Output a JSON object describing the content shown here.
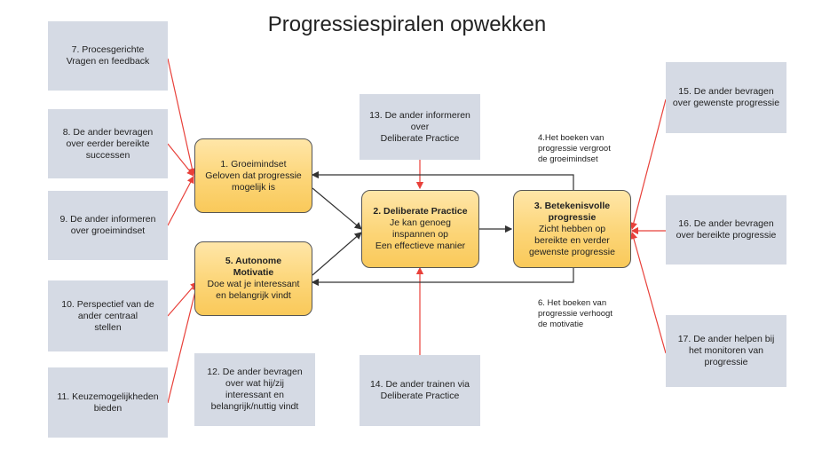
{
  "title": "Progressiespiralen opwekken",
  "core": {
    "groeimindset": {
      "lines": [
        "1. Groeimindset",
        "Geloven dat progressie",
        "mogelijk is"
      ]
    },
    "autonome": {
      "head": [
        "5. Autonome",
        "Motivatie"
      ],
      "lines": [
        "Doe wat je interessant",
        "en belangrijk vindt"
      ]
    },
    "deliberate": {
      "head": [
        "2. Deliberate Practice"
      ],
      "lines": [
        "Je kan genoeg",
        "inspannen op",
        "Een effectieve manier"
      ]
    },
    "betekenis": {
      "head": [
        "3. Betekenisvolle",
        "progressie"
      ],
      "lines": [
        "Zicht hebben op",
        "bereikte en verder",
        "gewenste progressie"
      ]
    }
  },
  "boxes": {
    "b7": [
      "7. Procesgerichte",
      "Vragen en feedback"
    ],
    "b8": [
      "8. De ander bevragen",
      "over eerder bereikte",
      "successen"
    ],
    "b9": [
      "9. De ander informeren",
      "over groeimindset"
    ],
    "b10": [
      "10. Perspectief van de",
      "ander centraal",
      "stellen"
    ],
    "b11": [
      "11. Keuzemogelijkheden",
      "bieden"
    ],
    "b12": [
      "12. De ander bevragen",
      "over wat hij/zij",
      "interessant en",
      "belangrijk/nuttig vindt"
    ],
    "b13": [
      "13. De ander informeren",
      "over",
      "Deliberate Practice"
    ],
    "b14": [
      "14. De ander trainen via",
      "Deliberate Practice"
    ],
    "b15": [
      "15. De ander bevragen",
      "over gewenste progressie"
    ],
    "b16": [
      "16. De ander bevragen",
      "over bereikte progressie"
    ],
    "b17": [
      "17. De ander helpen bij",
      "het monitoren  van",
      "progressie"
    ]
  },
  "notes": {
    "n4": [
      "4.Het boeken van",
      "progressie vergroot",
      "de groeimindset"
    ],
    "n6": [
      "6. Het boeken  van",
      "progressie verhoogt",
      "de motivatie"
    ]
  },
  "colors": {
    "connector_red": "#e8403a",
    "arrow_black": "#333333",
    "box_fill": "#d5dae4",
    "core_fill": "#fcd577"
  }
}
